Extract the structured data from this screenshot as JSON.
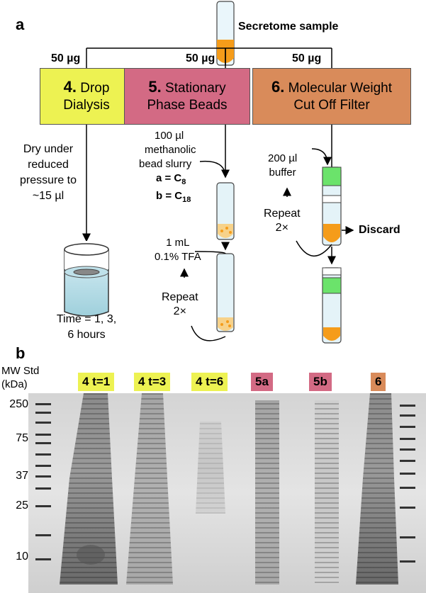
{
  "panel_a": {
    "letter": "a",
    "sample_label": "Secretome sample",
    "amounts": [
      "50 µg",
      "50 µg",
      "50 µg"
    ],
    "methods": [
      {
        "number": "4.",
        "line1": "Drop",
        "line2": "Dialysis",
        "color": "#EDF252"
      },
      {
        "number": "5.",
        "line1": "Stationary",
        "line2": "Phase Beads",
        "color": "#D36A84"
      },
      {
        "number": "6.",
        "line1": "Molecular Weight",
        "line2": "Cut Off Filter",
        "color": "#D98B5A"
      }
    ],
    "dialysis_step": [
      "Dry under",
      "reduced",
      "pressure to",
      "~15 µl"
    ],
    "dialysis_time": [
      "Time = 1, 3,",
      "6 hours"
    ],
    "beads_step": [
      "100 µl",
      "methanolic",
      "bead slurry"
    ],
    "bead_a": "a = C",
    "bead_a_sub": "8",
    "bead_b": "b = C",
    "bead_b_sub": "18",
    "tfa_step": [
      "1 mL",
      "0.1% TFA"
    ],
    "repeat_beads": [
      "Repeat",
      "2×"
    ],
    "filter_step": [
      "200 µl",
      "buffer"
    ],
    "repeat_filter": [
      "Repeat",
      "2×"
    ],
    "discard": "Discard"
  },
  "panel_b": {
    "letter": "b",
    "mw_title": [
      "MW Std",
      "(kDa)"
    ],
    "mw_markers": [
      "250",
      "75",
      "37",
      "25",
      "10"
    ],
    "lanes": [
      {
        "label": "4 t=1",
        "color": "#EDF252"
      },
      {
        "label": "4 t=3",
        "color": "#EDF252"
      },
      {
        "label": "4 t=6",
        "color": "#EDF252"
      },
      {
        "label": "5a",
        "color": "#D36A84"
      },
      {
        "label": "5b",
        "color": "#D36A84"
      },
      {
        "label": "6",
        "color": "#D98B5A"
      }
    ]
  }
}
